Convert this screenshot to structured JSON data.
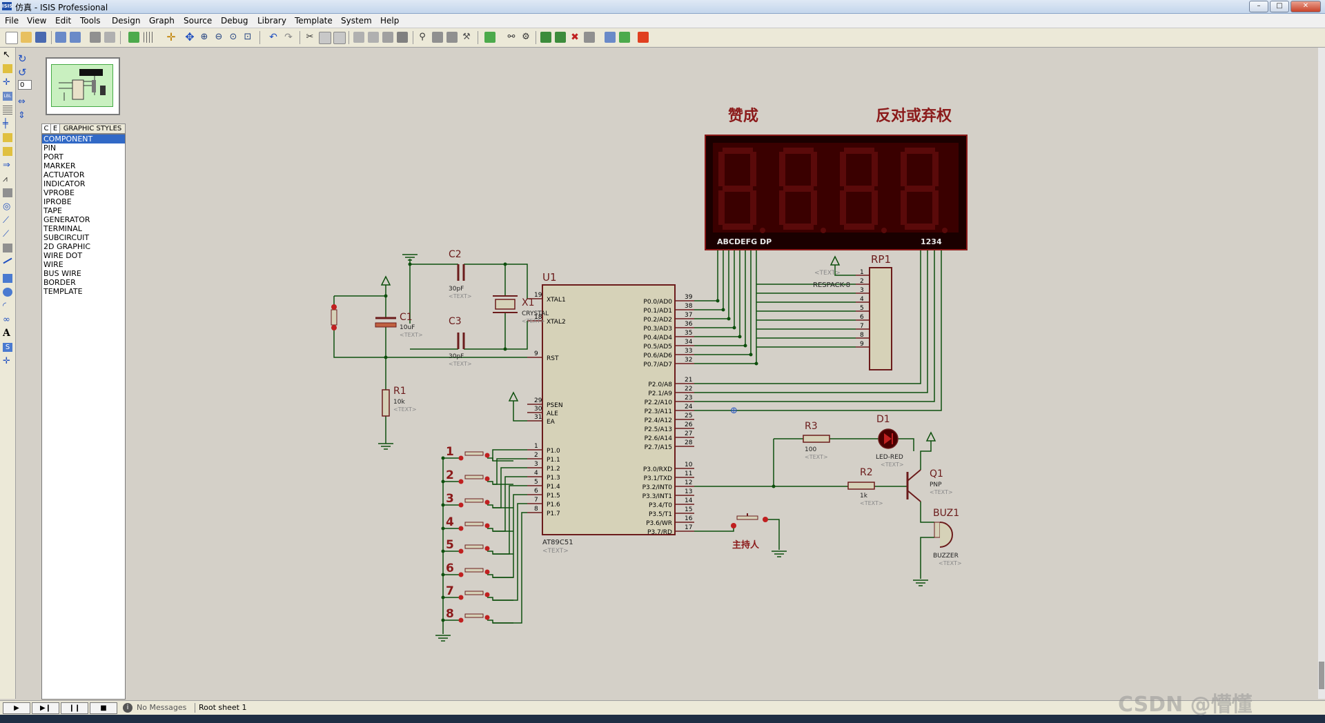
{
  "window": {
    "title": "仿真 - ISIS Professional",
    "icon": "isis-icon"
  },
  "menu": [
    "File",
    "View",
    "Edit",
    "Tools",
    "Design",
    "Graph",
    "Source",
    "Debug",
    "Library",
    "Template",
    "System",
    "Help"
  ],
  "rotation_value": "0",
  "panel": {
    "tabs": [
      "C",
      "E",
      "GRAPHIC STYLES"
    ],
    "items": [
      "COMPONENT",
      "PIN",
      "PORT",
      "MARKER",
      "ACTUATOR",
      "INDICATOR",
      "VPROBE",
      "IPROBE",
      "TAPE",
      "GENERATOR",
      "TERMINAL",
      "SUBCIRCUIT",
      "2D GRAPHIC",
      "WIRE DOT",
      "WIRE",
      "BUS WIRE",
      "BORDER",
      "TEMPLATE"
    ],
    "selected": "COMPONENT"
  },
  "schematic": {
    "heading_left": "赞成",
    "heading_right": "反对或弃权",
    "display": {
      "segments_label": "ABCDEFG  DP",
      "digits_label": "1234"
    },
    "u1": {
      "ref": "U1",
      "part": "AT89C51",
      "text": "<TEXT>",
      "left_pins": [
        {
          "num": "19",
          "name": "XTAL1"
        },
        {
          "num": "18",
          "name": "XTAL2"
        },
        {
          "num": "9",
          "name": "RST"
        },
        {
          "num": "29",
          "name": "PSEN"
        },
        {
          "num": "30",
          "name": "ALE"
        },
        {
          "num": "31",
          "name": "EA"
        },
        {
          "num": "1",
          "name": "P1.0"
        },
        {
          "num": "2",
          "name": "P1.1"
        },
        {
          "num": "3",
          "name": "P1.2"
        },
        {
          "num": "4",
          "name": "P1.3"
        },
        {
          "num": "5",
          "name": "P1.4"
        },
        {
          "num": "6",
          "name": "P1.5"
        },
        {
          "num": "7",
          "name": "P1.6"
        },
        {
          "num": "8",
          "name": "P1.7"
        }
      ],
      "right_pins": [
        {
          "num": "39",
          "name": "P0.0/AD0"
        },
        {
          "num": "38",
          "name": "P0.1/AD1"
        },
        {
          "num": "37",
          "name": "P0.2/AD2"
        },
        {
          "num": "36",
          "name": "P0.3/AD3"
        },
        {
          "num": "35",
          "name": "P0.4/AD4"
        },
        {
          "num": "34",
          "name": "P0.5/AD5"
        },
        {
          "num": "33",
          "name": "P0.6/AD6"
        },
        {
          "num": "32",
          "name": "P0.7/AD7"
        },
        {
          "num": "21",
          "name": "P2.0/A8"
        },
        {
          "num": "22",
          "name": "P2.1/A9"
        },
        {
          "num": "23",
          "name": "P2.2/A10"
        },
        {
          "num": "24",
          "name": "P2.3/A11"
        },
        {
          "num": "25",
          "name": "P2.4/A12"
        },
        {
          "num": "26",
          "name": "P2.5/A13"
        },
        {
          "num": "27",
          "name": "P2.6/A14"
        },
        {
          "num": "28",
          "name": "P2.7/A15"
        },
        {
          "num": "10",
          "name": "P3.0/RXD"
        },
        {
          "num": "11",
          "name": "P3.1/TXD"
        },
        {
          "num": "12",
          "name": "P3.2/INT0"
        },
        {
          "num": "13",
          "name": "P3.3/INT1"
        },
        {
          "num": "14",
          "name": "P3.4/T0"
        },
        {
          "num": "15",
          "name": "P3.5/T1"
        },
        {
          "num": "16",
          "name": "P3.6/WR"
        },
        {
          "num": "17",
          "name": "P3.7/RD"
        }
      ]
    },
    "rp1": {
      "ref": "RP1",
      "part": "RESPACK-8",
      "text": "<TEXT>",
      "pins": [
        "1",
        "2",
        "3",
        "4",
        "5",
        "6",
        "7",
        "8",
        "9"
      ]
    },
    "c1": {
      "ref": "C1",
      "value": "10uF",
      "text": "<TEXT>"
    },
    "c2": {
      "ref": "C2",
      "value": "30pF",
      "text": "<TEXT>"
    },
    "c3": {
      "ref": "C3",
      "value": "30pF",
      "text": "<TEXT>"
    },
    "x1": {
      "ref": "X1",
      "value": "CRYSTAL",
      "text": "<TEXT>"
    },
    "r1": {
      "ref": "R1",
      "value": "10k",
      "text": "<TEXT>"
    },
    "r2": {
      "ref": "R2",
      "value": "1k",
      "text": "<TEXT>"
    },
    "r3": {
      "ref": "R3",
      "value": "100",
      "text": "<TEXT>"
    },
    "d1": {
      "ref": "D1",
      "value": "LED-RED",
      "text": "<TEXT>"
    },
    "q1": {
      "ref": "Q1",
      "value": "PNP",
      "text": "<TEXT>"
    },
    "buz1": {
      "ref": "BUZ1",
      "value": "BUZZER",
      "text": "<TEXT>"
    },
    "buttons": [
      "1",
      "2",
      "3",
      "4",
      "5",
      "6",
      "7",
      "8"
    ],
    "host_label": "主持人"
  },
  "status": {
    "messages": "No Messages",
    "sheet": "Root sheet 1"
  },
  "watermark": "CSDN @懵懂"
}
